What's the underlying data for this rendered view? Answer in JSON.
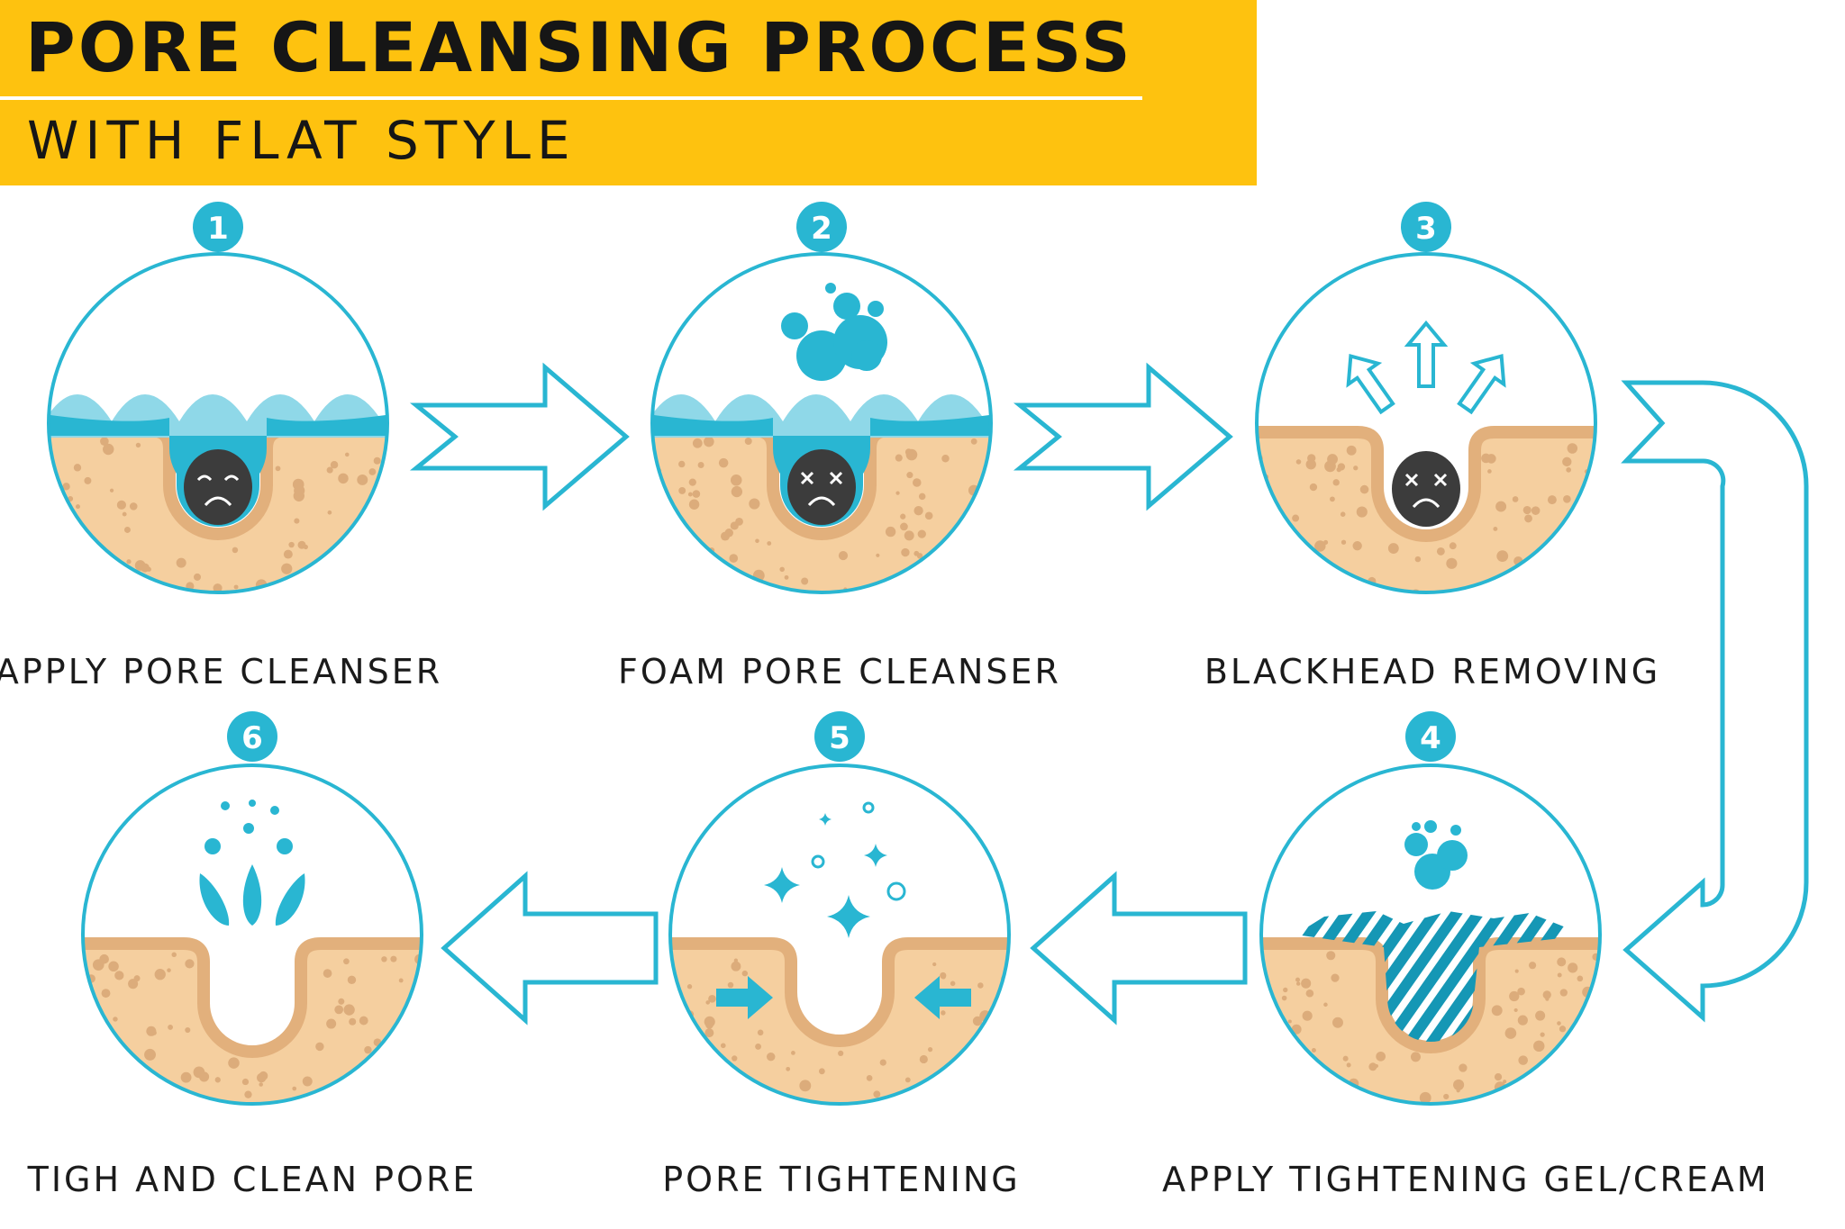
{
  "header": {
    "title": "PORE CLEANSING PROCESS",
    "subtitle": "WITH FLAT STYLE"
  },
  "colors": {
    "banner": "#fec20f",
    "accent": "#29b6d2",
    "accent_dark": "#1597b5",
    "skin": "#f5cf9f",
    "skin_edge": "#e2b07c",
    "skin_dot": "#dcac7b",
    "blackhead": "#3c3c3c"
  },
  "steps": [
    {
      "number": "1",
      "label": "APPLY PORE CLEANSER",
      "icon": "water-wave-icon"
    },
    {
      "number": "2",
      "label": "FOAM PORE CLEANSER",
      "icon": "foam-bubbles-icon"
    },
    {
      "number": "3",
      "label": "BLACKHEAD REMOVING",
      "icon": "up-arrows-icon"
    },
    {
      "number": "4",
      "label": "APPLY TIGHTENING GEL/CREAM",
      "icon": "gel-stripes-icon"
    },
    {
      "number": "5",
      "label": "PORE TIGHTENING",
      "icon": "sparkle-icon"
    },
    {
      "number": "6",
      "label": "TIGH AND CLEAN PORE",
      "icon": "water-splash-icon"
    }
  ]
}
